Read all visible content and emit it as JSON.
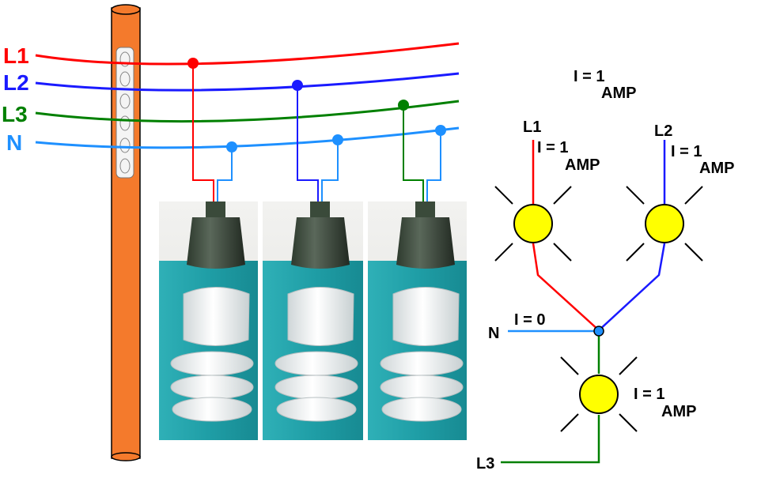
{
  "left_panel": {
    "lines": [
      {
        "label": "L1",
        "color": "#ff0000"
      },
      {
        "label": "L2",
        "color": "#1a1aff"
      },
      {
        "label": "L3",
        "color": "#008000"
      },
      {
        "label": "N",
        "color": "#1e90ff"
      }
    ]
  },
  "right_panel": {
    "top_current": {
      "line1": "I = 1",
      "line2": "AMP"
    },
    "L1": {
      "label": "L1",
      "current_line1": "I = 1",
      "current_line2": "AMP",
      "color": "#ff0000"
    },
    "L2": {
      "label": "L2",
      "current_line1": "I = 1",
      "current_line2": "AMP",
      "color": "#1a1aff"
    },
    "L3": {
      "label": "L3",
      "current_line1": "I = 1",
      "current_line2": "AMP",
      "color": "#008000"
    },
    "N": {
      "label": "N",
      "current": "I = 0",
      "color": "#1e90ff"
    },
    "lamp_color": "#ffff00"
  },
  "colors": {
    "pole": "#f47a2c",
    "wall": "#2aa8b0"
  }
}
